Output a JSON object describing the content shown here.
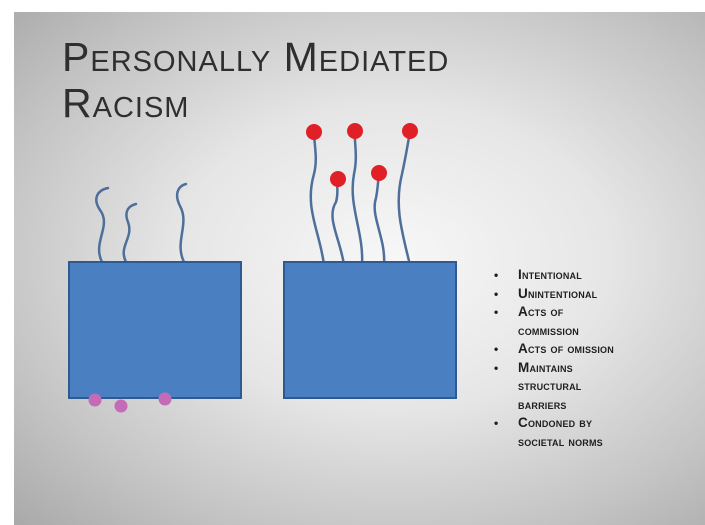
{
  "slide": {
    "title_line1": "Personally Mediated",
    "title_line2": "Racism",
    "bullets": [
      {
        "line1": "Intentional",
        "line2": ""
      },
      {
        "line1": "Unintentional",
        "line2": ""
      },
      {
        "line1": "Acts of",
        "line2": "commission"
      },
      {
        "line1": "Acts of omission",
        "line2": ""
      },
      {
        "line1": "Maintains",
        "line2": "structural",
        "line3": "barriers"
      },
      {
        "line1": "Condoned by",
        "line2": "societal norms"
      }
    ]
  },
  "colors": {
    "box_fill": "#4a80c1",
    "box_stroke": "#2d5a91",
    "stem": "#4d6f99",
    "red_dot": "#e01f26",
    "pink_dot": "#c46bb8",
    "title_text": "#2f2f2f"
  }
}
